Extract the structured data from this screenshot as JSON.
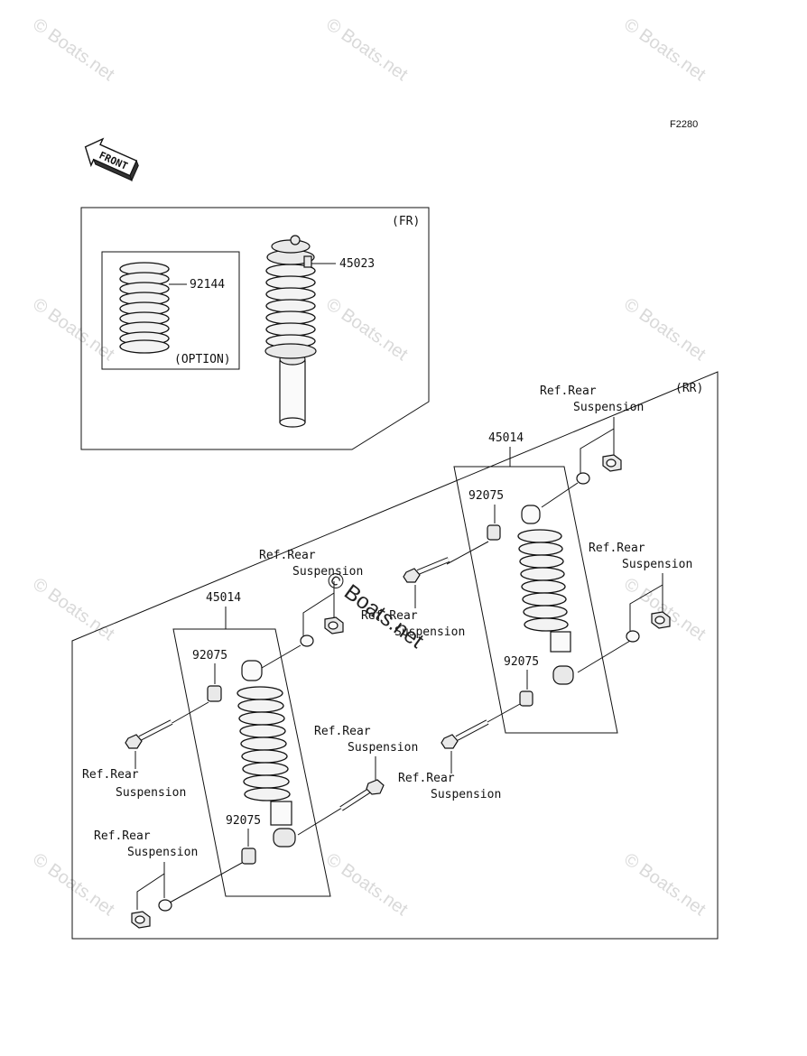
{
  "diagram_code": "F2280",
  "front_arrow": {
    "label": "FRONT",
    "icon": "front-arrow-icon"
  },
  "watermark": "© Boats.net",
  "watermark_center": "© Boats.net",
  "fr_group": {
    "tag": "(FR)",
    "option_label": "(OPTION)",
    "parts": {
      "spring": "92144",
      "shock": "45023"
    }
  },
  "rr_group": {
    "tag": "(RR)",
    "shock_part": "45014",
    "bushing_part": "92075",
    "ref_line1": "Ref.Rear",
    "ref_line2": "Suspension"
  }
}
